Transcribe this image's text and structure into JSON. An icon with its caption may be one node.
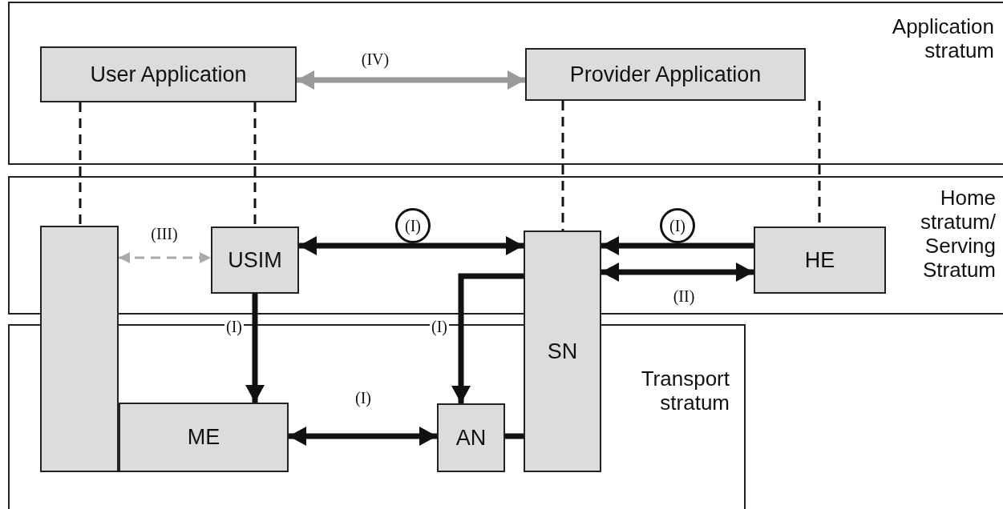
{
  "diagram": {
    "nodes": [
      {
        "text": [
          "Application stratum"
        ]
      },
      {
        "text": [
          "User Application"
        ],
        "in": 0
      },
      {
        "text": [
          "Provider Application"
        ],
        "in": 0
      },
      {
        "text": [
          "Home stratum/ Serving Stratum"
        ]
      },
      {
        "text": [
          "Transport stratum"
        ]
      },
      {
        "text": [],
        "shape": "box"
      },
      {
        "text": [
          "USIM"
        ],
        "in": 3
      },
      {
        "text": [
          "SN"
        ]
      },
      {
        "text": [
          "HE"
        ],
        "in": 3
      },
      {
        "text": [
          "ME"
        ],
        "in": 4
      },
      {
        "text": [
          "AN"
        ],
        "in": 4
      }
    ],
    "edges": [
      {
        "from": 1,
        "to": 2,
        "arrow": "both",
        "label": "(IV)",
        "color": "#9a9a9a"
      },
      {
        "from": 1,
        "to": 5,
        "arrow": "none",
        "style": "dashed"
      },
      {
        "from": 1,
        "to": 6,
        "arrow": "none",
        "style": "dashed"
      },
      {
        "from": 2,
        "to": 7,
        "arrow": "none",
        "style": "dashed"
      },
      {
        "from": 2,
        "to": 8,
        "arrow": "none",
        "style": "dashed"
      },
      {
        "from": 5,
        "to": 6,
        "arrow": "both",
        "label": "(III)",
        "style": "dashed",
        "color": "#aaaaaa"
      },
      {
        "from": 6,
        "to": 7,
        "arrow": "both",
        "label": "(I)"
      },
      {
        "from": 8,
        "to": 7,
        "arrow": "to",
        "label": "(I)"
      },
      {
        "from": 7,
        "to": 8,
        "arrow": "both",
        "label": "(II)"
      },
      {
        "from": 6,
        "to": 9,
        "arrow": "to",
        "label": "(I)"
      },
      {
        "from": 7,
        "to": 10,
        "arrow": "to",
        "label": "(I)"
      },
      {
        "from": 9,
        "to": 10,
        "arrow": "both",
        "label": "(I)"
      },
      {
        "from": 10,
        "to": 7,
        "arrow": "none"
      }
    ]
  }
}
